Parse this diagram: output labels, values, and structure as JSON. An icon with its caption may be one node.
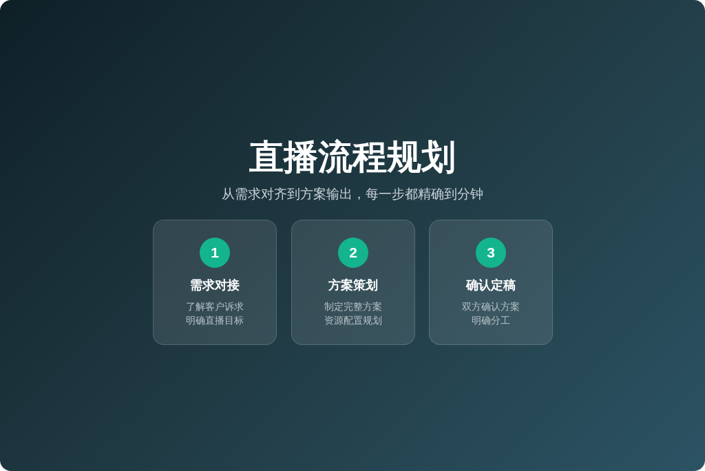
{
  "diagram": {
    "title": "直播流程规划",
    "nodes": [
      {
        "text": [
          "需求对接",
          "了解客户诉求",
          "明确直播目标"
        ]
      },
      {
        "text": [
          "1"
        ],
        "in": 0
      },
      {
        "text": [
          "方案策划",
          "制定完整方案",
          "资源配置规划"
        ]
      },
      {
        "text": [
          "2"
        ],
        "in": 2
      },
      {
        "text": [
          "确认定稿",
          "双方确认方案",
          "明确分工"
        ]
      },
      {
        "text": [
          "3"
        ],
        "in": 4
      }
    ],
    "labels": [
      "从需求对齐到方案输出，每一步都精确到分钟"
    ]
  }
}
